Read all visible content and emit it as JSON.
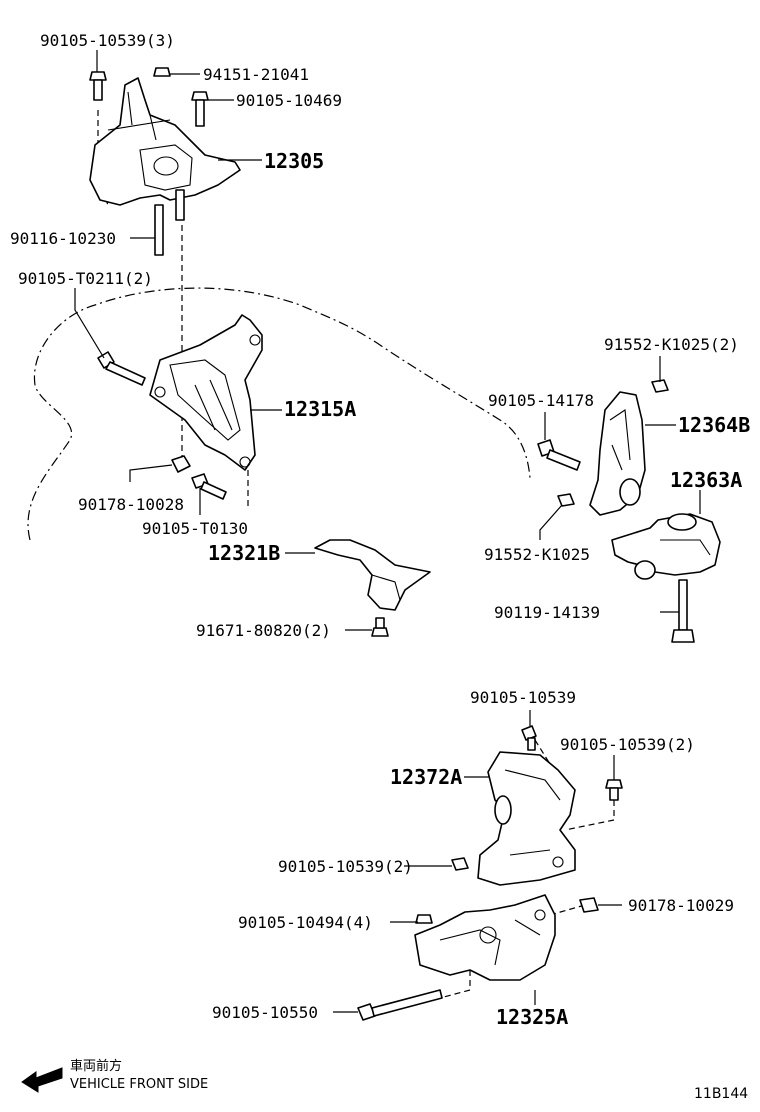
{
  "labels": {
    "l_90105_10539_3": "90105-10539(3)",
    "l_94151_21041": "94151-21041",
    "l_90105_10469": "90105-10469",
    "l_12305": "12305",
    "l_90116_10230": "90116-10230",
    "l_90105_T0211_2": "90105-T0211(2)",
    "l_12315A": "12315A",
    "l_90178_10028": "90178-10028",
    "l_90105_T0130": "90105-T0130",
    "l_12321B": "12321B",
    "l_91671_80820_2": "91671-80820(2)",
    "l_91552_K1025_2": "91552-K1025(2)",
    "l_90105_14178": "90105-14178",
    "l_12364B": "12364B",
    "l_12363A": "12363A",
    "l_91552_K1025": "91552-K1025",
    "l_90119_14139": "90119-14139",
    "l_90105_10539_top": "90105-10539",
    "l_90105_10539_2a": "90105-10539(2)",
    "l_12372A": "12372A",
    "l_90105_10539_2b": "90105-10539(2)",
    "l_90178_10029": "90178-10029",
    "l_90105_10494_4": "90105-10494(4)",
    "l_90105_10550": "90105-10550",
    "l_12325A": "12325A"
  },
  "legend": {
    "japanese": "車両前方",
    "english": "VEHICLE FRONT SIDE"
  },
  "diagram_code": "11B144"
}
